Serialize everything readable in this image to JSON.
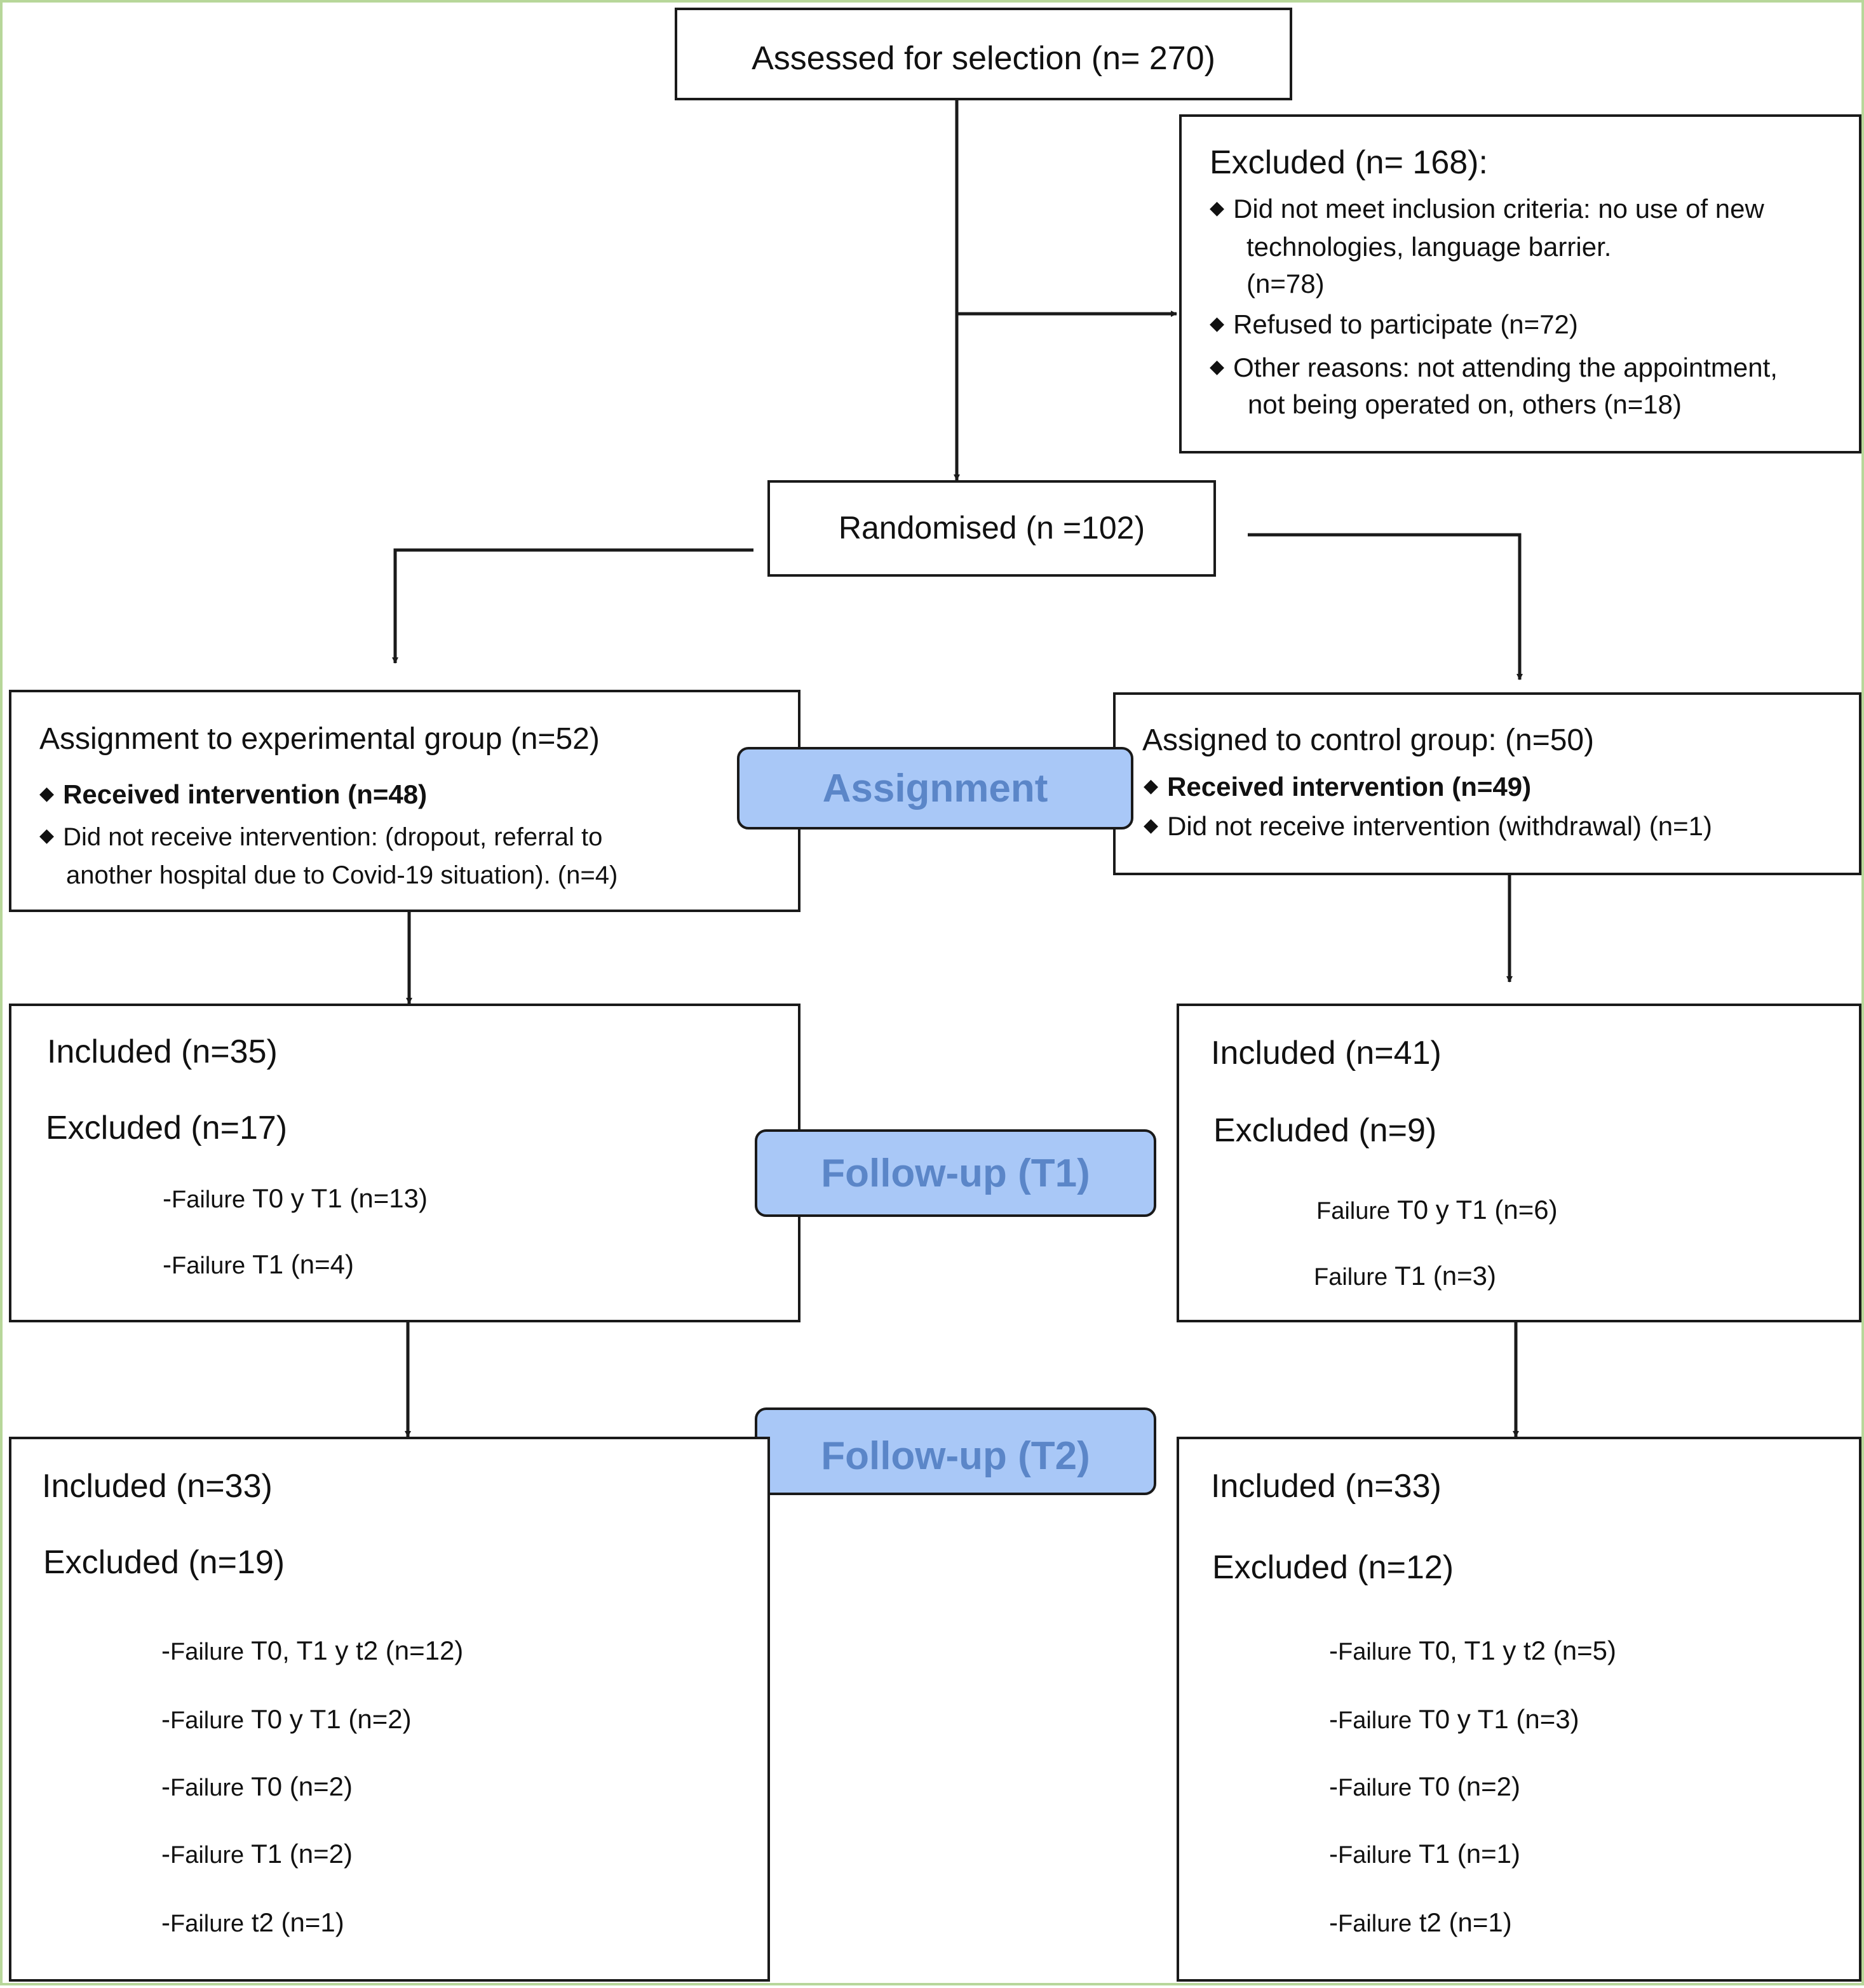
{
  "accent_colors": {
    "stage_fill": "#a9c8f7",
    "stage_text": "#5b86c8",
    "frame_border": "#b7d79a",
    "box_border": "#1a1a1a"
  },
  "assessed": {
    "label": "Assessed for selection (n= 270)"
  },
  "excluded_top": {
    "title": "Excluded (n= 168):",
    "reasons": [
      {
        "bullet_icon": "diamond-bullet",
        "lines": [
          "Did not meet inclusion criteria: no use of new",
          "technologies, language barrier.",
          "(n=78)"
        ]
      },
      {
        "bullet_icon": "diamond-bullet",
        "lines": [
          "Refused to participate (n=72)"
        ]
      },
      {
        "bullet_icon": "diamond-bullet",
        "lines": [
          "Other reasons: not attending the appointment,",
          "not being operated on, others (n=18)"
        ]
      }
    ]
  },
  "randomised": {
    "label": "Randomised (n =102)"
  },
  "stages": {
    "assignment": "Assignment",
    "followup_t1": "Follow-up (T1)",
    "followup_t2": "Follow-up (T2)"
  },
  "experimental": {
    "assignment": {
      "title": "Assignment to experimental group (n=52)",
      "received": "Received intervention (n=48)",
      "not_received_lines": [
        "Did not receive intervention: (dropout, referral to",
        "another hospital due to Covid-19 situation). (n=4)"
      ]
    },
    "t1": {
      "included": "Included (n=35)",
      "excluded": "Excluded (n=17)",
      "failures": [
        {
          "prefix": "-",
          "word": "Failure",
          "detail": "T0 y T1 (n=13)"
        },
        {
          "prefix": "-",
          "word": "Failure",
          "detail": "T1 (n=4)"
        }
      ]
    },
    "t2": {
      "included": "Included (n=33)",
      "excluded": "Excluded (n=19)",
      "failures": [
        {
          "prefix": "-",
          "word": "Failure",
          "detail": "T0, T1 y t2 (n=12)"
        },
        {
          "prefix": "-",
          "word": "Failure",
          "detail": "T0 y T1 (n=2)"
        },
        {
          "prefix": "-",
          "word": "Failure",
          "detail": "T0 (n=2)"
        },
        {
          "prefix": "-",
          "word": "Failure",
          "detail": "T1 (n=2)"
        },
        {
          "prefix": "-",
          "word": "Failure",
          "detail": "t2 (n=1)"
        }
      ]
    }
  },
  "control": {
    "assignment": {
      "title": "Assigned to control group:  (n=50)",
      "received": "Received intervention (n=49)",
      "not_received": "Did not receive intervention (withdrawal) (n=1)"
    },
    "t1": {
      "included": "Included (n=41)",
      "excluded": "Excluded (n=9)",
      "failures": [
        {
          "prefix": "",
          "word": "Failure",
          "detail": "T0 y T1 (n=6)"
        },
        {
          "prefix": "",
          "word": "Failure",
          "detail": "T1 (n=3)"
        }
      ]
    },
    "t2": {
      "included": "Included (n=33)",
      "excluded": "Excluded (n=12)",
      "failures": [
        {
          "prefix": "-",
          "word": "Failure",
          "detail": "T0, T1 y t2 (n=5)"
        },
        {
          "prefix": "-",
          "word": "Failure",
          "detail": "T0 y T1 (n=3)"
        },
        {
          "prefix": "-",
          "word": "Failure",
          "detail": "T0 (n=2)"
        },
        {
          "prefix": "-",
          "word": "Failure",
          "detail": "T1 (n=1)"
        },
        {
          "prefix": "-",
          "word": "Failure",
          "detail": "t2 (n=1)"
        }
      ]
    }
  }
}
